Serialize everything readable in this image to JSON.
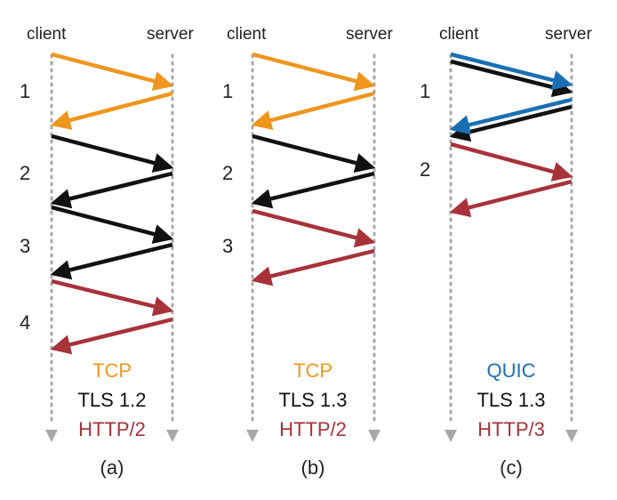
{
  "colors": {
    "tcp": "#f0961e",
    "tls": "#111111",
    "http": "#a8323a",
    "quic": "#1a6fb4",
    "guide": "#a8a8a8"
  },
  "panels": [
    {
      "client_label": "client",
      "server_label": "server",
      "steps": [
        "1",
        "2",
        "3",
        "4"
      ],
      "protocol_lines": [
        {
          "text": "TCP",
          "color": "tcp"
        },
        {
          "text": "TLS 1.2",
          "color": "tls"
        },
        {
          "text": "HTTP/2",
          "color": "http"
        }
      ],
      "caption": "(a)"
    },
    {
      "client_label": "client",
      "server_label": "server",
      "steps": [
        "1",
        "2",
        "3"
      ],
      "protocol_lines": [
        {
          "text": "TCP",
          "color": "tcp"
        },
        {
          "text": "TLS 1.3",
          "color": "tls"
        },
        {
          "text": "HTTP/2",
          "color": "http"
        }
      ],
      "caption": "(b)"
    },
    {
      "client_label": "client",
      "server_label": "server",
      "steps": [
        "1",
        "2"
      ],
      "protocol_lines": [
        {
          "text": "QUIC",
          "color": "quic"
        },
        {
          "text": "TLS 1.3",
          "color": "tls"
        },
        {
          "text": "HTTP/3",
          "color": "http"
        }
      ],
      "caption": "(c)"
    }
  ]
}
